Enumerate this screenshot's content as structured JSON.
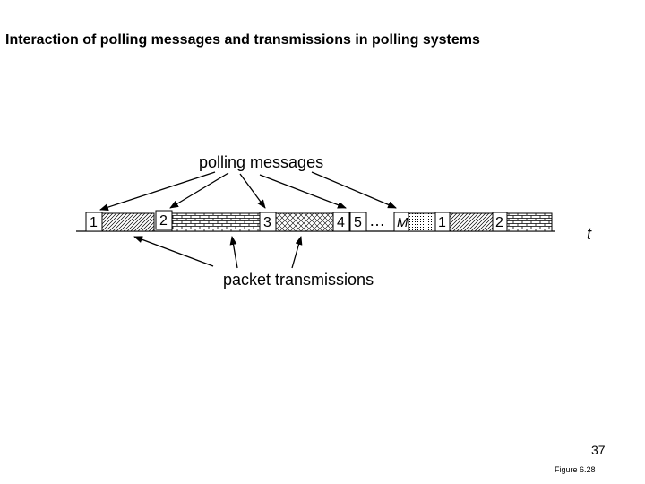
{
  "title": "Interaction of polling messages and transmissions in polling systems",
  "labels": {
    "polling_messages": "polling messages",
    "packet_transmissions": "packet transmissions",
    "time_axis": "t",
    "ellipsis": "…"
  },
  "polls": [
    {
      "label": "1"
    },
    {
      "label": "2"
    },
    {
      "label": "3"
    },
    {
      "label": "4"
    },
    {
      "label": "5"
    },
    {
      "label": "M"
    },
    {
      "label": "1"
    },
    {
      "label": "2"
    }
  ],
  "footer": {
    "page_number": "37",
    "figure_caption": "Figure 6.28"
  }
}
